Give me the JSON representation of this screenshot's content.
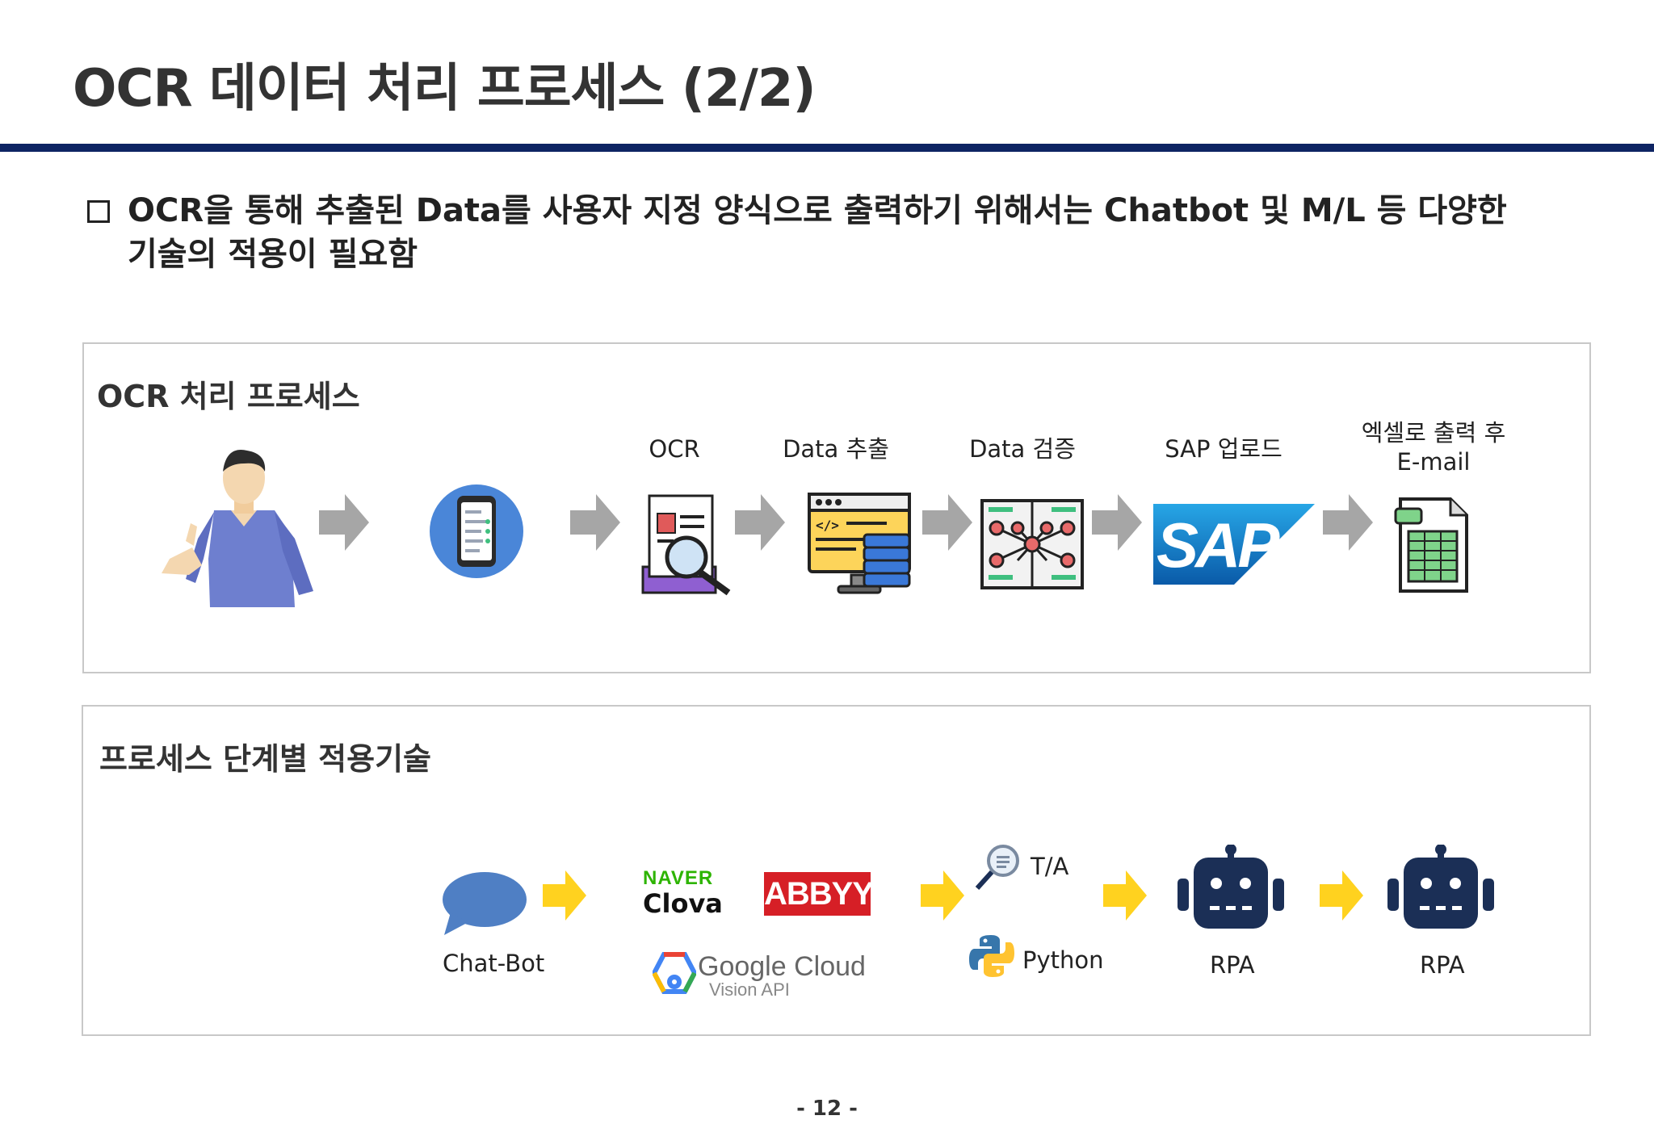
{
  "slide": {
    "title": "OCR 데이터 처리 프로세스 (2/2)",
    "intro_line1": "OCR을 통해 추출된 Data를 사용자 지정 양식으로 출력하기 위해서는 Chatbot 및 M/L 등 다양한",
    "intro_line2": "기술의 적용이 필요함",
    "page_number": "- 12 -"
  },
  "process_panel": {
    "title": "OCR 처리 프로세스",
    "steps": [
      {
        "label": "OCR",
        "icon": "ocr-document-magnifier-icon"
      },
      {
        "label": "Data 추출",
        "icon": "code-monitor-database-icon"
      },
      {
        "label": "Data 검증",
        "icon": "network-validation-icon"
      },
      {
        "label": "SAP 업로드",
        "icon": "sap-logo"
      },
      {
        "label_line1": "엑셀로 출력 후",
        "label_line2": "E-mail",
        "icon": "spreadsheet-icon"
      }
    ],
    "actors": [
      {
        "icon": "person-icon"
      },
      {
        "icon": "mobile-phone-icon"
      }
    ],
    "arrow_color": "#a6a6a6"
  },
  "tech_panel": {
    "title": "프로세스 단계별 적용기술",
    "arrow_color": "#ffd21f",
    "items": {
      "chatbot": {
        "label": "Chat-Bot",
        "icon": "chat-bubble-icon"
      },
      "naver_top": "NAVER",
      "naver_bottom": "Clova",
      "abbyy": "ABBYY",
      "google_main": "Google Cloud",
      "google_sub": "Vision API",
      "ta": {
        "label": "T/A",
        "icon": "text-search-icon"
      },
      "python": {
        "label": "Python",
        "icon": "python-logo"
      },
      "rpa1": {
        "label": "RPA",
        "icon": "robot-icon"
      },
      "rpa2": {
        "label": "RPA",
        "icon": "robot-icon"
      }
    },
    "sap_text": "SAP",
    "colors": {
      "naver_green": "#2db400",
      "abbyy_red": "#d61f26",
      "robot_navy": "#1b2f56",
      "chat_blue": "#4f7fc4",
      "sap_blue": "#1a6fc0"
    }
  }
}
